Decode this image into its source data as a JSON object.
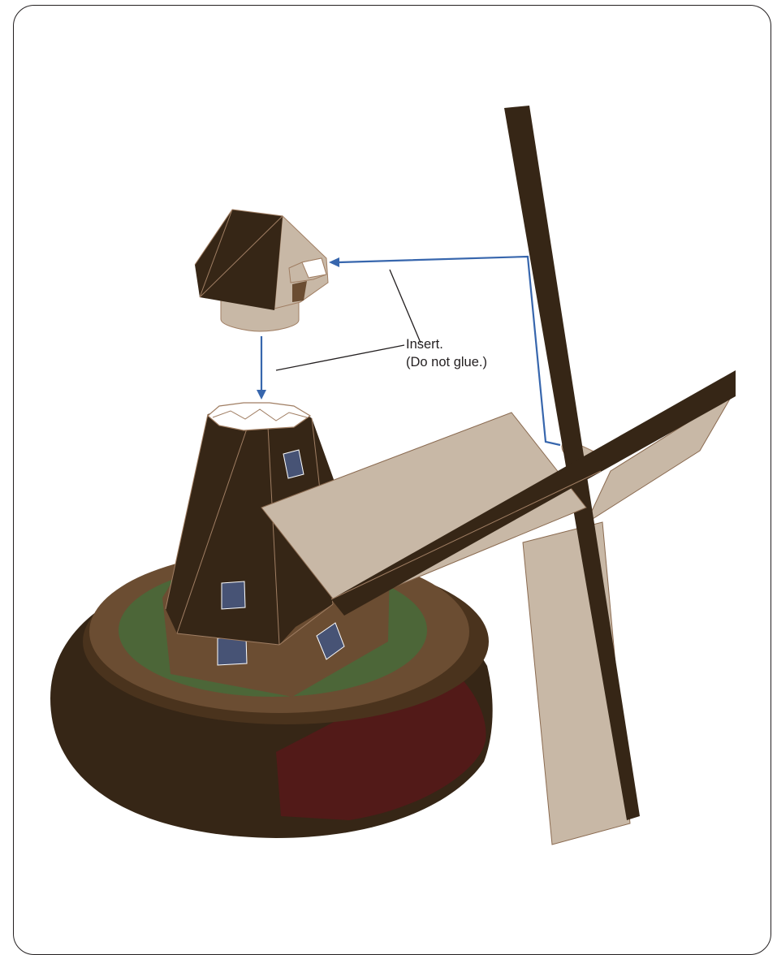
{
  "figure": {
    "type": "assembly-illustration",
    "subject": "paper windmill model",
    "callout": {
      "line1": "Insert.",
      "line2": "(Do not glue.)"
    },
    "colors": {
      "dark_brown": "#362616",
      "light_tan": "#c8b8a6",
      "mid_brown": "#4a331d",
      "ring_brown": "#6b4d32",
      "grass_green": "#4c6638",
      "dark_red": "#521a18",
      "window_blue": "#475375",
      "arrow_blue": "#3766ad",
      "outline_tan": "#a07e63"
    }
  }
}
